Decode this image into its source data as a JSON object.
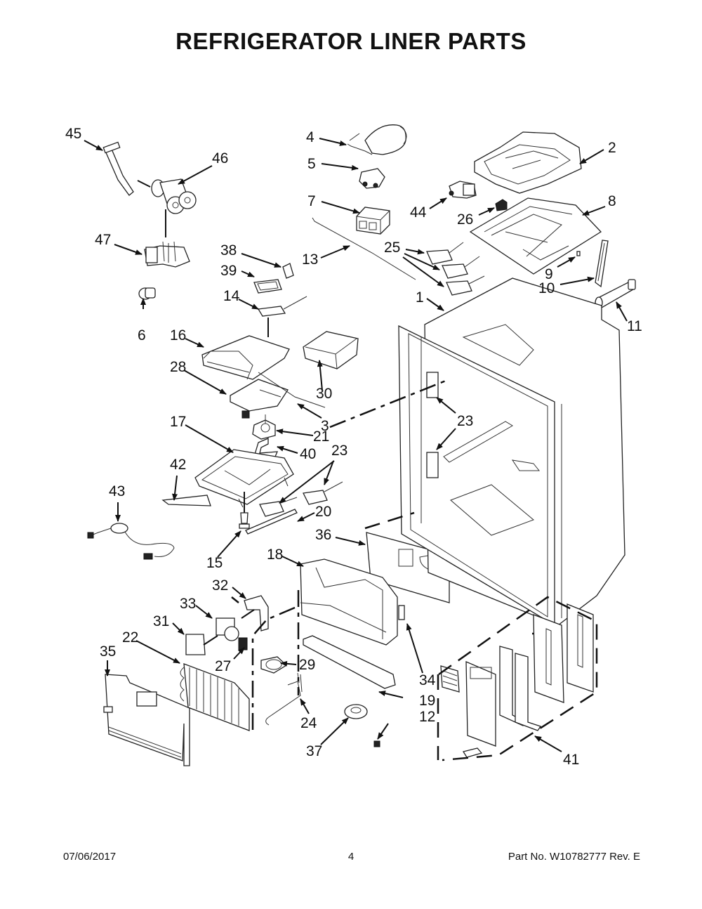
{
  "page": {
    "title": "REFRIGERATOR LINER PARTS"
  },
  "footer": {
    "date": "07/06/2017",
    "page_number": "4",
    "part_info": "Part No.  W10782777  Rev.  E"
  },
  "callouts": {
    "c1": "1",
    "c2": "2",
    "c3": "3",
    "c4": "4",
    "c5": "5",
    "c6": "6",
    "c7": "7",
    "c8": "8",
    "c9": "9",
    "c10": "10",
    "c11": "11",
    "c12": "12",
    "c13": "13",
    "c14": "14",
    "c15": "15",
    "c16": "16",
    "c17": "17",
    "c18": "18",
    "c19": "19",
    "c20": "20",
    "c21": "21",
    "c22": "22",
    "c23a": "23",
    "c23b": "23",
    "c24": "24",
    "c25": "25",
    "c26": "26",
    "c27": "27",
    "c28": "28",
    "c29": "29",
    "c30": "30",
    "c31": "31",
    "c32": "32",
    "c33": "33",
    "c34": "34",
    "c35": "35",
    "c36": "36",
    "c37": "37",
    "c38": "38",
    "c39": "39",
    "c40": "40",
    "c41": "41",
    "c42": "42",
    "c43": "43",
    "c44": "44",
    "c45": "45",
    "c46": "46",
    "c47": "47"
  }
}
